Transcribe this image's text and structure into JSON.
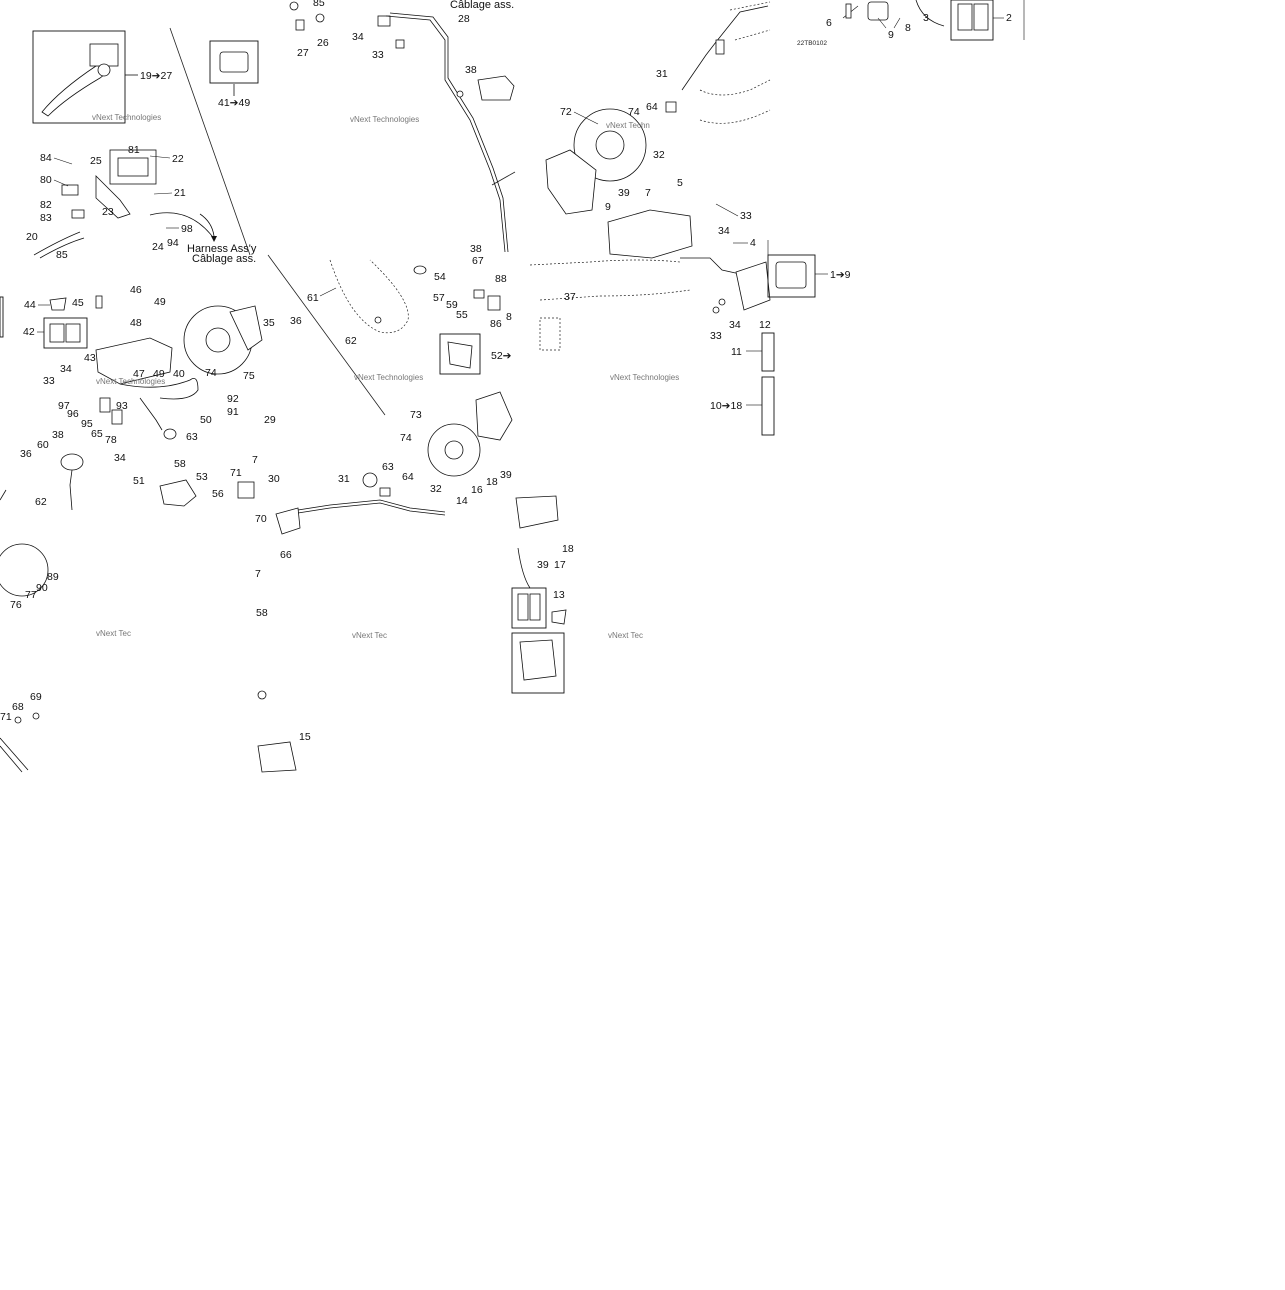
{
  "harness": {
    "line1": "Harness Ass'y",
    "line2": "Câblage ass."
  },
  "drawing_code": "22TB0102",
  "watermark": {
    "text": "vNext Technologies",
    "text_cut": "vNext Tec",
    "text_cut2": "vNext Techn",
    "logo": "vNext"
  },
  "callouts": {
    "c85a": "85",
    "c26": "26",
    "c27a": "27",
    "c34a": "34",
    "c33a": "33",
    "cableTop": "Câblage ass.",
    "c28": "28",
    "c38a": "38",
    "c31a": "31",
    "c72": "72",
    "c74a": "74",
    "c64a": "64",
    "c32a": "32",
    "c5": "5",
    "c39a": "39",
    "c7a": "7",
    "c9a": "9",
    "c33b": "33",
    "c34b": "34",
    "c4": "4",
    "c1to9": "1➔9",
    "c33c": "33",
    "c34c": "34",
    "c12": "12",
    "c11": "11",
    "c10to18": "10➔18",
    "c6": "6",
    "c8": "8",
    "c3": "3",
    "c9b": "9",
    "c2": "2",
    "c19to27": "19➔27",
    "c41to49": "41➔49",
    "c84": "84",
    "c81": "81",
    "c22": "22",
    "c25": "25",
    "c80": "80",
    "c21": "21",
    "c82": "82",
    "c23": "23",
    "c83": "83",
    "c20": "20",
    "c98": "98",
    "c24": "24",
    "c94": "94",
    "c85b": "85",
    "c38b": "38",
    "c67": "67",
    "c54": "54",
    "c57": "57",
    "c59": "59",
    "c88": "88",
    "c55": "55",
    "c86": "86",
    "c8b": "8",
    "c37": "37",
    "c61": "61",
    "c62a": "62",
    "c52": "52➔",
    "c44": "44",
    "c45": "45",
    "c46": "46",
    "c49a": "49",
    "c48": "48",
    "c42": "42",
    "c35": "35",
    "c36a": "36",
    "c43": "43",
    "c47": "47",
    "c49b": "49",
    "c40": "40",
    "c74b": "74",
    "c75": "75",
    "c34d": "34",
    "c33d": "33",
    "c97": "97",
    "c96": "96",
    "c93": "93",
    "c95": "95",
    "c65": "65",
    "c78": "78",
    "c92": "92",
    "c91": "91",
    "c50": "50",
    "c63a": "63",
    "c29": "29",
    "c34e": "34",
    "c38c": "38",
    "c60": "60",
    "c36b": "36",
    "c62b": "62",
    "c58a": "58",
    "c53": "53",
    "c51": "51",
    "c56": "56",
    "c71a": "71",
    "c7b": "7",
    "c30": "30",
    "c70": "70",
    "c66": "66",
    "c73": "73",
    "c74c": "74",
    "c31b": "31",
    "c63b": "63",
    "c64b": "64",
    "c32b": "32",
    "c14": "14",
    "c16": "16",
    "c18a": "18",
    "c39b": "39",
    "c18b": "18",
    "c39c": "39",
    "c17": "17",
    "c13": "13",
    "c7c": "7",
    "c58b": "58",
    "c89": "89",
    "c90": "90",
    "c77": "77",
    "c76": "76",
    "c69": "69",
    "c68": "68",
    "c71b": "71",
    "c15": "15"
  }
}
